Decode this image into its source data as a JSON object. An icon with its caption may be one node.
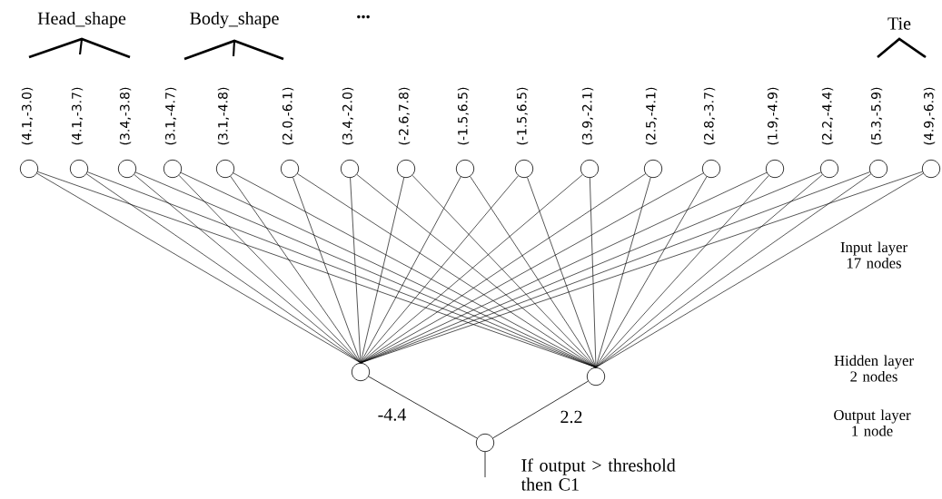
{
  "diagram": {
    "nodes": [
      {
        "text": [],
        "shape": "circle",
        "beside": [
          "(4.1,-3.0)"
        ]
      },
      {
        "text": [],
        "shape": "circle",
        "beside": [
          "(4.1,-3.7)"
        ]
      },
      {
        "text": [],
        "shape": "circle",
        "beside": [
          "(3.4,-3.8)"
        ]
      },
      {
        "text": [],
        "shape": "circle",
        "beside": [
          "(3.1,-4.7)"
        ]
      },
      {
        "text": [],
        "shape": "circle",
        "beside": [
          "(3.1,-4.8)"
        ]
      },
      {
        "text": [],
        "shape": "circle",
        "beside": [
          "(2.0,-6.1)"
        ]
      },
      {
        "text": [],
        "shape": "circle",
        "beside": [
          "(3.4,-2.0)"
        ]
      },
      {
        "text": [],
        "shape": "circle",
        "beside": [
          "(-2.6,7.8)"
        ]
      },
      {
        "text": [],
        "shape": "circle",
        "beside": [
          "(-1.5,6.5)"
        ]
      },
      {
        "text": [],
        "shape": "circle",
        "beside": [
          "(-1.5,6.5)"
        ]
      },
      {
        "text": [],
        "shape": "circle",
        "beside": [
          "(3.9,-2.1)"
        ]
      },
      {
        "text": [],
        "shape": "circle",
        "beside": [
          "(2.5,-4.1)"
        ]
      },
      {
        "text": [],
        "shape": "circle",
        "beside": [
          "(2.8,-3.7)"
        ]
      },
      {
        "text": [],
        "shape": "circle",
        "beside": [
          "(1.9,-4.9)"
        ]
      },
      {
        "text": [],
        "shape": "circle",
        "beside": [
          "(2.2,-4.4)"
        ]
      },
      {
        "text": [],
        "shape": "circle",
        "beside": [
          "(5.3,-5.9)"
        ]
      },
      {
        "text": [],
        "shape": "circle",
        "beside": [
          "(4.9,-6.3)"
        ]
      },
      {
        "text": [],
        "shape": "circle"
      },
      {
        "text": [],
        "shape": "circle"
      },
      {
        "text": [],
        "shape": "circle"
      }
    ],
    "edges": [
      {
        "from": 0,
        "to": 17,
        "arrow": "none"
      },
      {
        "from": 0,
        "to": 18,
        "arrow": "none"
      },
      {
        "from": 1,
        "to": 17,
        "arrow": "none"
      },
      {
        "from": 1,
        "to": 18,
        "arrow": "none"
      },
      {
        "from": 2,
        "to": 17,
        "arrow": "none"
      },
      {
        "from": 2,
        "to": 18,
        "arrow": "none"
      },
      {
        "from": 3,
        "to": 17,
        "arrow": "none"
      },
      {
        "from": 3,
        "to": 18,
        "arrow": "none"
      },
      {
        "from": 4,
        "to": 17,
        "arrow": "none"
      },
      {
        "from": 4,
        "to": 18,
        "arrow": "none"
      },
      {
        "from": 5,
        "to": 17,
        "arrow": "none"
      },
      {
        "from": 5,
        "to": 18,
        "arrow": "none"
      },
      {
        "from": 6,
        "to": 17,
        "arrow": "none"
      },
      {
        "from": 6,
        "to": 18,
        "arrow": "none"
      },
      {
        "from": 7,
        "to": 17,
        "arrow": "none"
      },
      {
        "from": 7,
        "to": 18,
        "arrow": "none"
      },
      {
        "from": 8,
        "to": 17,
        "arrow": "none"
      },
      {
        "from": 8,
        "to": 18,
        "arrow": "none"
      },
      {
        "from": 9,
        "to": 17,
        "arrow": "none"
      },
      {
        "from": 9,
        "to": 18,
        "arrow": "none"
      },
      {
        "from": 10,
        "to": 17,
        "arrow": "none"
      },
      {
        "from": 10,
        "to": 18,
        "arrow": "none"
      },
      {
        "from": 11,
        "to": 17,
        "arrow": "none"
      },
      {
        "from": 11,
        "to": 18,
        "arrow": "none"
      },
      {
        "from": 12,
        "to": 17,
        "arrow": "none"
      },
      {
        "from": 12,
        "to": 18,
        "arrow": "none"
      },
      {
        "from": 13,
        "to": 17,
        "arrow": "none"
      },
      {
        "from": 13,
        "to": 18,
        "arrow": "none"
      },
      {
        "from": 14,
        "to": 17,
        "arrow": "none"
      },
      {
        "from": 14,
        "to": 18,
        "arrow": "none"
      },
      {
        "from": 15,
        "to": 17,
        "arrow": "none"
      },
      {
        "from": 15,
        "to": 18,
        "arrow": "none"
      },
      {
        "from": 16,
        "to": 17,
        "arrow": "none"
      },
      {
        "from": 16,
        "to": 18,
        "arrow": "none"
      },
      {
        "from": 17,
        "to": 19,
        "arrow": "none",
        "label": "-4.4"
      },
      {
        "from": 18,
        "to": 19,
        "arrow": "none",
        "label": "2.2"
      },
      {
        "from": 19,
        "to": null,
        "arrow": "none"
      }
    ],
    "labels": [
      "Head_shape",
      "Body_shape",
      "•••",
      "Tie",
      "Input layer 17 nodes",
      "Hidden layer 2 nodes",
      "Output layer 1 node",
      "If output > threshold then C1"
    ]
  }
}
